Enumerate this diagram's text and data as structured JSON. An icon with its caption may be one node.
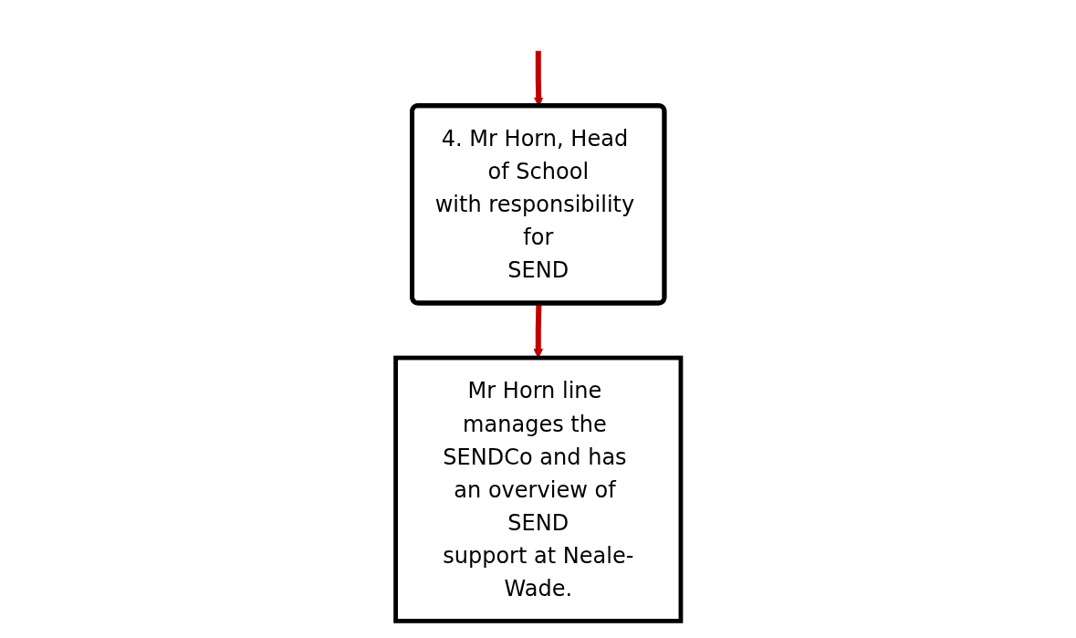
{
  "diagram": {
    "nodes": [
      {
        "text": [
          "4. Mr Horn, Head of School with responsibility for SEND"
        ]
      },
      {
        "text": [
          "Mr Horn line manages the SENDCo and has an overview of SEND support at Neale-Wade."
        ]
      }
    ],
    "edges": [
      {
        "from": null,
        "to": 0,
        "arrow": "to"
      },
      {
        "from": 0,
        "to": 1,
        "arrow": "to"
      }
    ]
  }
}
